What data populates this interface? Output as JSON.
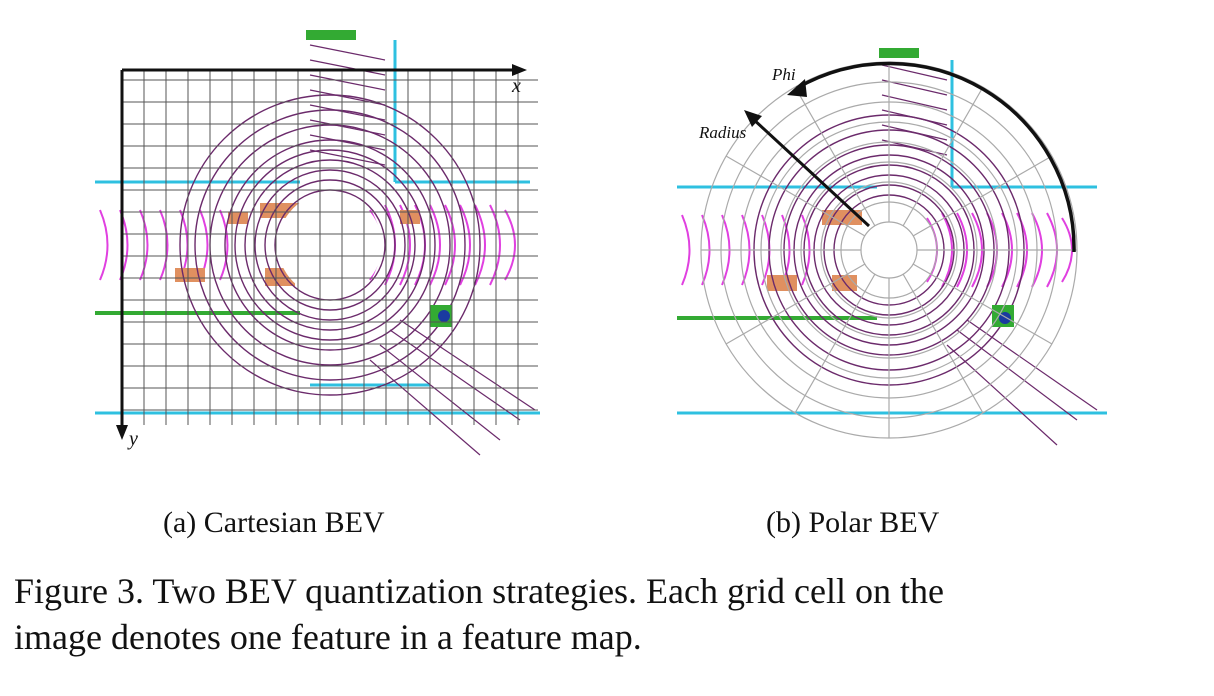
{
  "panel_a": {
    "x_axis_label": "x",
    "y_axis_label": "y",
    "subcaption": "(a)  Cartesian BEV"
  },
  "panel_b": {
    "phi_label": "Phi",
    "radius_label": "Radius",
    "subcaption": "(b)  Polar BEV"
  },
  "figure_caption": {
    "line1": "Figure 3. Two BEV quantization strategies. Each grid cell on the",
    "line2": "image denotes one feature in a feature map."
  },
  "colors": {
    "grid": "#555555",
    "road_edge": "#2ec0e0",
    "ground_points": "#6b2a6b",
    "car_points": "#e040e0",
    "pedestrian_points": "#e09060",
    "vegetation_points": "#33aa33",
    "polar_grid": "#aaaaaa"
  }
}
